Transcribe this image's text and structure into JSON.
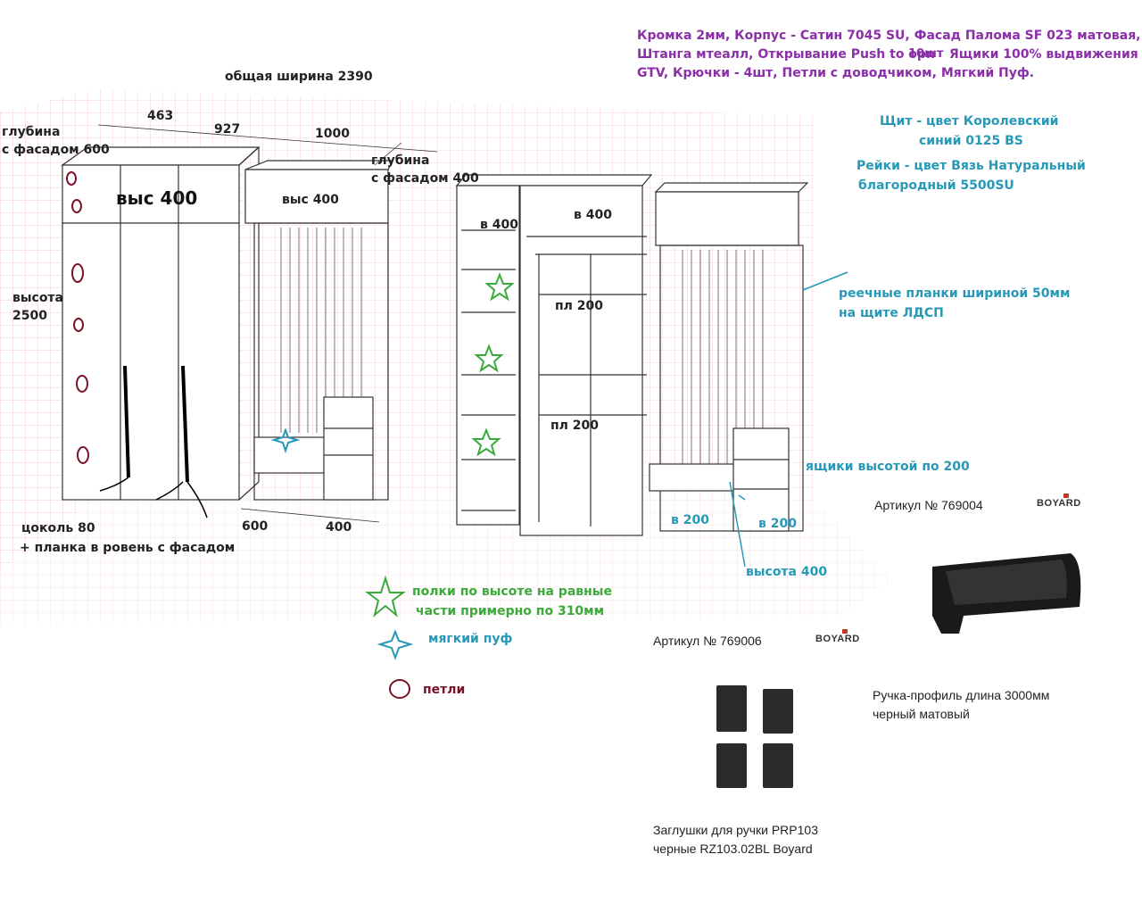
{
  "header": {
    "spec_lines": [
      "Кромка 2мм, Корпус - Сатин 7045 SU, Фасад Палома SF 023 матовая,",
      "Штанга мтеалл, Открывание Push to opn",
      "Ящики 100% выдвижения",
      "GTV, Крючки - 4шт, Петли с доводчиком,  Мягкий Пуф."
    ],
    "qty_note": "10шт"
  },
  "dimensions": {
    "total_width": "общая ширина 2390",
    "w463": "463",
    "w927": "927",
    "w1000": "1000",
    "depth_600_l1": "глубина",
    "depth_600_l2": "с фасадом 600",
    "depth_400_l1": "глубина",
    "depth_400_l2": "с фасадом 400",
    "height_l1": "высота",
    "height_l2": "2500",
    "top_height_big": "выс 400",
    "top_height_small": "выс 400",
    "plinth_l1": "цоколь 80",
    "plinth_l2": "+ планка в ровень с фасадом",
    "bottom_600": "600",
    "bottom_400": "400"
  },
  "right_view": {
    "top_box": "в 400",
    "shelf_200_a": "пл 200",
    "shelf_200_b": "пл 200",
    "left_col_top": "в 400",
    "b200_a": "в 200",
    "b200_b": "в 200",
    "height_400": "высота 400"
  },
  "notes": {
    "panel_color_l1": "Щит - цвет Королевский",
    "panel_color_l2": "синий  0125 BS",
    "slats_color_l1": "Рейки - цвет  Вязь Натуральный",
    "slats_color_l2": "благородный 5500SU",
    "slats_width_l1": "реечные планки шириной 50мм",
    "slats_width_l2": "на щите ЛДСП",
    "drawers": "ящики  высотой по  200"
  },
  "legend": {
    "star_l1": "полки по высоте на равные",
    "star_l2": "части примерно по 310мм",
    "soft_pouf": "мягкий пуф",
    "hinges": "петли"
  },
  "products": {
    "article_1": "Артикул № 769004",
    "article_2": "Артикул № 769006",
    "brand": "BOYARD",
    "handle_desc_l1": "Ручка-профиль длина 3000мм",
    "handle_desc_l2": "черный матовый",
    "caps_desc_l1": "Заглушки для ручки PRP103",
    "caps_desc_l2": "черные RZ103.02BL Boyard"
  },
  "colors": {
    "purple": "#8b2fa8",
    "teal": "#2699b8",
    "green": "#3aaa3a",
    "maroon": "#7a1326",
    "grid": "#f3c6cc"
  }
}
